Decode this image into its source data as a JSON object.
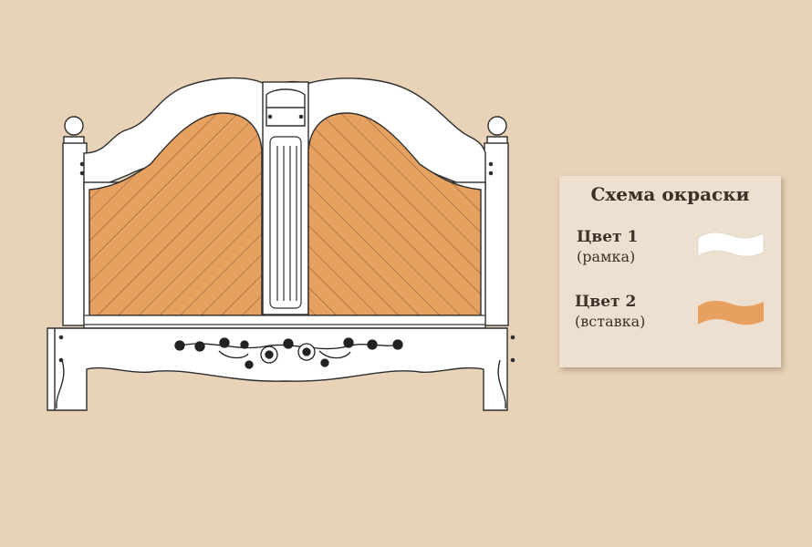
{
  "legend": {
    "title": "Схема окраски",
    "items": [
      {
        "name": "Цвет 1",
        "note": "(рамка)",
        "color": "#ffffff"
      },
      {
        "name": "Цвет 2",
        "note": "(вставка)",
        "color": "#e8a060"
      }
    ]
  },
  "colors": {
    "background": "#e8d3b8",
    "frame": "#ffffff",
    "insert": "#e6a060",
    "outline": "#3a3a3a",
    "card": "#ede0d0"
  },
  "illustration": {
    "icon": "headboard-illustration"
  }
}
